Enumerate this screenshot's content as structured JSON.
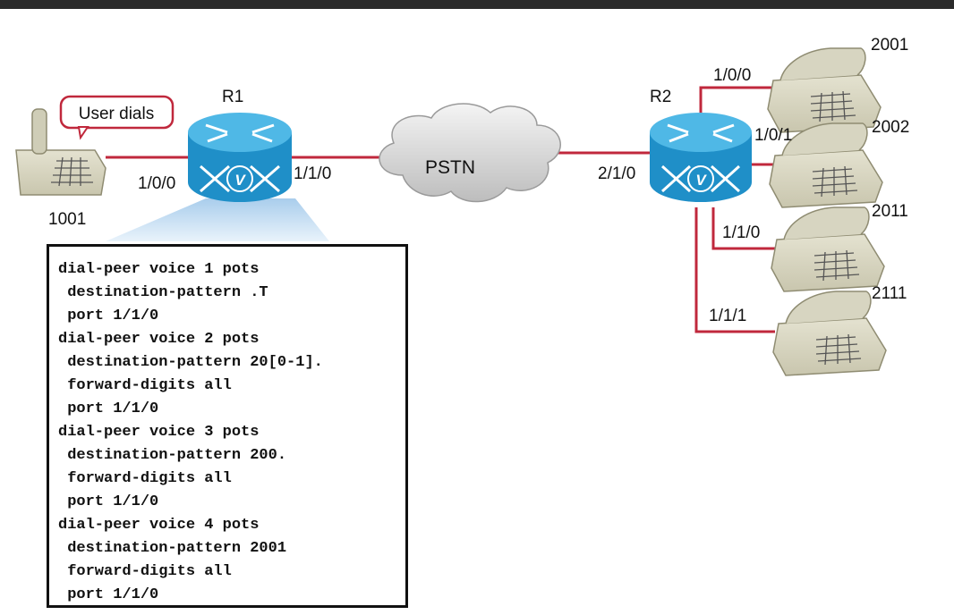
{
  "labels": {
    "user_dials": "User dials",
    "r1": "R1",
    "r2": "R2",
    "pstn": "PSTN",
    "phone_1001": "1001",
    "r1_port_left": "1/0/0",
    "r1_port_right": "1/1/0",
    "r2_port_left": "2/1/0",
    "r2_port_100": "1/0/0",
    "r2_port_101": "1/0/1",
    "r2_port_110": "1/1/0",
    "r2_port_111": "1/1/1",
    "phone_2001": "2001",
    "phone_2002": "2002",
    "phone_2011": "2011",
    "phone_2111": "2111"
  },
  "config_lines": [
    "dial-peer voice 1 pots",
    " destination-pattern .T",
    " port 1/1/0",
    "dial-peer voice 2 pots",
    " destination-pattern 20[0-1].",
    " forward-digits all",
    " port 1/1/0",
    "dial-peer voice 3 pots",
    " destination-pattern 200.",
    " forward-digits all",
    " port 1/1/0",
    "dial-peer voice 4 pots",
    " destination-pattern 2001",
    " forward-digits all",
    " port 1/1/0"
  ],
  "colors": {
    "link": "#c0283c",
    "router_body": "#1f8fc8",
    "router_top": "#4fb8e6",
    "phone": "#d8d6c2",
    "callout_bg": "#bcd7ee"
  }
}
